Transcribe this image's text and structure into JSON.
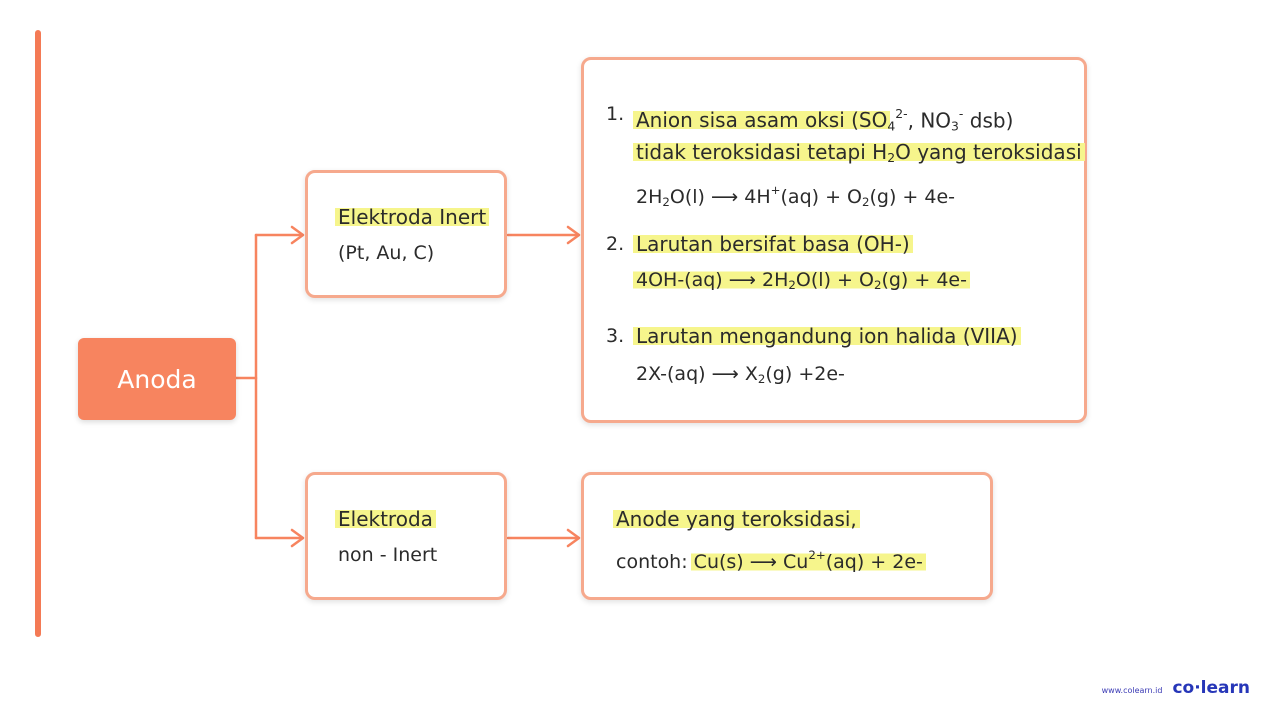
{
  "root": {
    "label": "Anoda"
  },
  "inert": {
    "line1": "Elektroda Inert",
    "line2": "(Pt, Au, C)"
  },
  "noninert": {
    "line1": "Elektroda",
    "line2": "non - Inert"
  },
  "rules": [
    {
      "number": "1.",
      "line1_text": "Anion sisa asam oksi (SO",
      "so4_sub": "4",
      "so4_sup": "2-",
      "line1_mid": ", NO",
      "no3_sub": "3",
      "no3_sup": "-",
      "line1_end": " dsb)",
      "line2_a": "tidak teroksidasi tetapi H",
      "line2_sub": "2",
      "line2_b": "O yang teroksidasi",
      "eq_a": "2H",
      "eq_sub1": "2",
      "eq_b": "O(l) ⟶ 4H",
      "eq_sup1": "+",
      "eq_c": "(aq) + O",
      "eq_sub2": "2",
      "eq_d": "(g) + 4e-"
    },
    {
      "number": "2.",
      "line1": "Larutan bersifat basa (OH-)",
      "eq_a": "4OH-(aq) ⟶ 2H",
      "eq_sub1": "2",
      "eq_b": "O(l) + O",
      "eq_sub2": "2",
      "eq_c": "(g) + 4e-"
    },
    {
      "number": "3.",
      "line1": "Larutan mengandung ion halida (VIIA)",
      "eq_a": "2X-(aq) ⟶ X",
      "eq_sub1": "2",
      "eq_b": "(g) +2e-"
    }
  ],
  "example": {
    "line1": "Anode yang teroksidasi,",
    "label": "contoh: ",
    "eq_a": "Cu(s) ⟶ Cu",
    "eq_sup": "2+",
    "eq_b": "(aq) + 2e-"
  },
  "brand": {
    "url": "www.colearn.id",
    "logo": "co·learn"
  },
  "colors": {
    "accent": "#f7845f",
    "border": "#f6a98d",
    "highlight": "#f6f58c",
    "brand": "#2636b8"
  }
}
